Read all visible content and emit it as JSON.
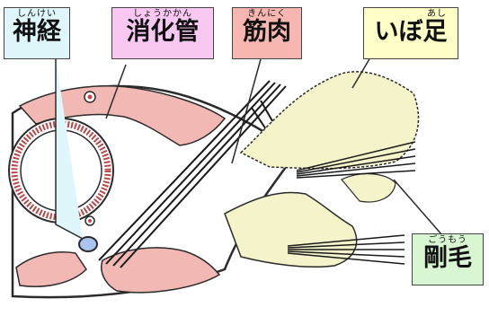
{
  "labels": {
    "nerve": {
      "text": "神経",
      "ruby": "しんけい",
      "color": "#dff7fb"
    },
    "gut": {
      "text": "消化管",
      "ruby": "しょうかかん",
      "color": "#f8c8f2"
    },
    "muscle": {
      "text": "筋肉",
      "ruby": "きんにく",
      "color": "#f7b7b0"
    },
    "parapod": {
      "text": "いぼ足",
      "ruby": "あし",
      "color": "#ffffc8"
    },
    "chaeta": {
      "text": "剛毛",
      "ruby": "ごうもう",
      "color": "#d9f6d2"
    }
  },
  "colors": {
    "muscle_fill": "#f2b9b4",
    "parapod_fill": "#f4f3c9",
    "outline": "#2b2b2b",
    "nerve_dot": "#a9c4ef"
  }
}
